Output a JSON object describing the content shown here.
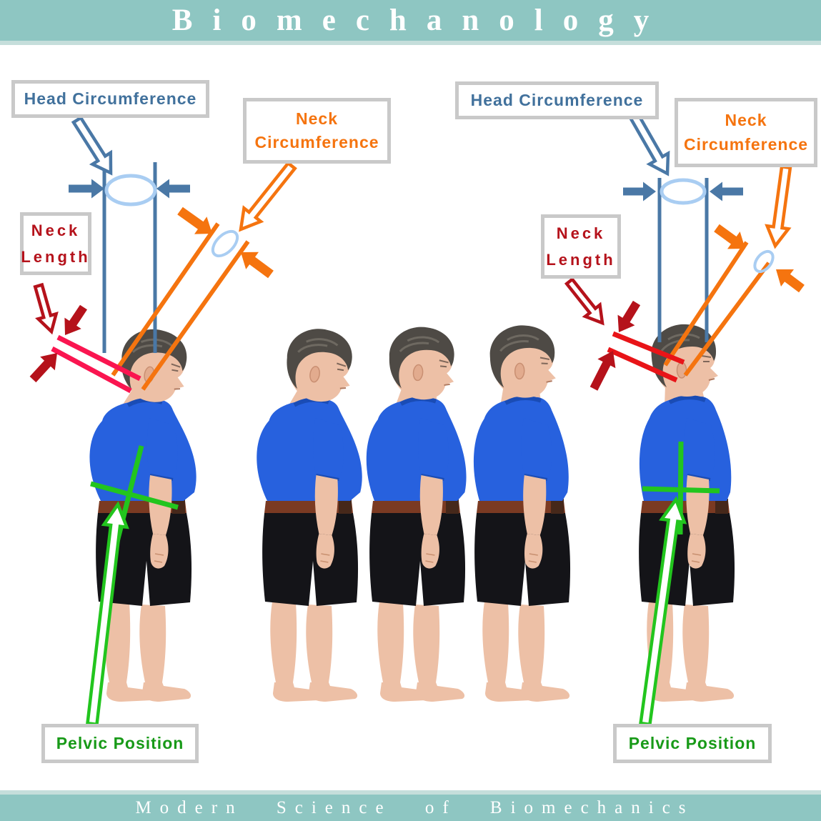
{
  "title": "Biomechanology",
  "footer": "Modern Science of Biomechanics",
  "labels": {
    "head_circumference": "Head Circumference",
    "neck_circumference": "Neck Circumference",
    "neck_length": "Neck Length",
    "pelvic_position": "Pelvic Position"
  },
  "figures": [
    {
      "id": "slouched-annotated",
      "posture": 0
    },
    {
      "id": "slouched",
      "posture": 0.08
    },
    {
      "id": "intermediate",
      "posture": 0.45
    },
    {
      "id": "improved",
      "posture": 0.78
    },
    {
      "id": "upright-annotated",
      "posture": 1
    }
  ],
  "colors": {
    "background": "#ffffff",
    "teal_banner": "#8ec6c2",
    "banner_edge": "#c5dedb",
    "box_border": "#c9c9c9",
    "steel_blue": "#4a78a6",
    "steel_blue_text": "#41719c",
    "light_blue": "#a9cdf2",
    "orange": "#f5740f",
    "dark_red": "#b5121b",
    "pink_line": "#fa1550",
    "red_line": "#e81418",
    "green": "#22c51e",
    "green_text": "#189a18"
  }
}
